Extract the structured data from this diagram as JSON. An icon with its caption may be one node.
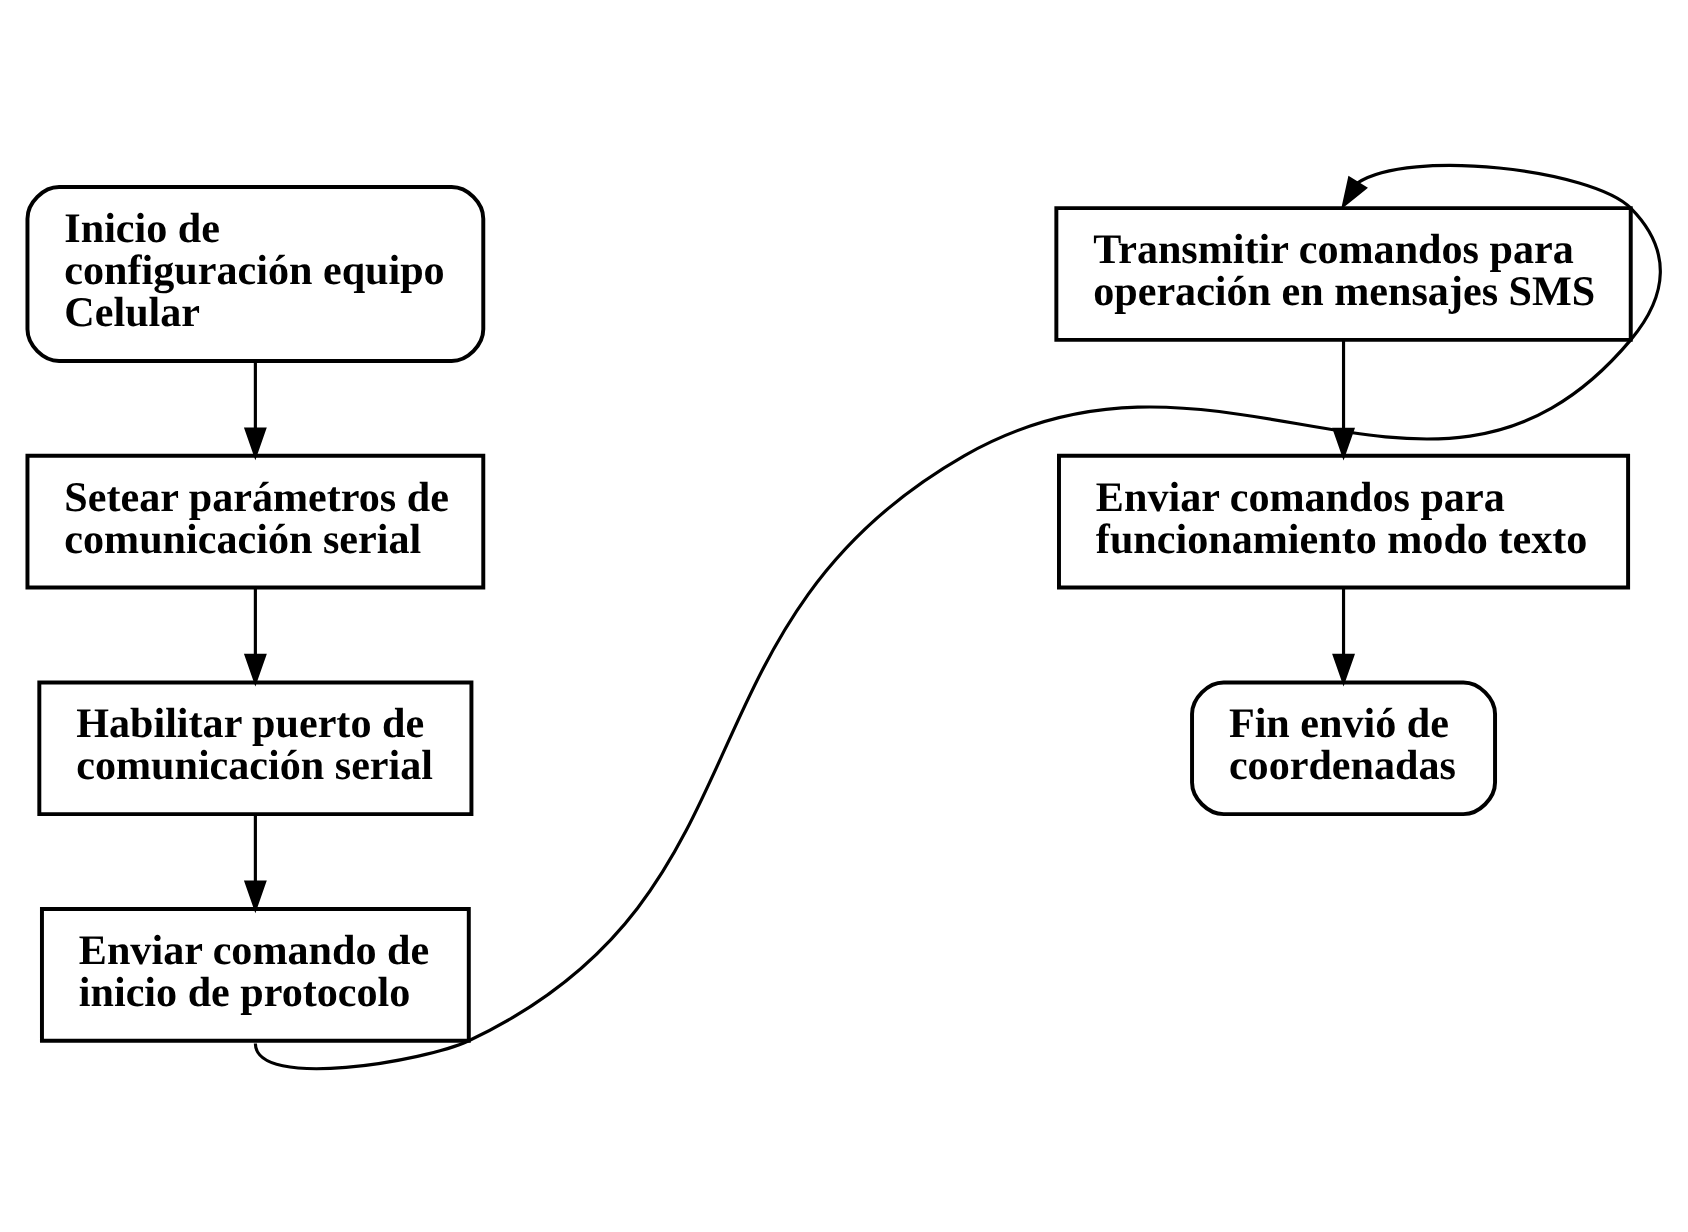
{
  "diagram": {
    "nodes": [
      {
        "text": [
          "Inicio de configuración equipo Celular"
        ]
      },
      {
        "text": [
          "Setear parámetros de comunicación serial"
        ]
      },
      {
        "text": [
          "Habilitar puerto de comunicación serial"
        ]
      },
      {
        "text": [
          "Enviar comando de inicio de protocolo"
        ]
      },
      {
        "text": [
          "Transmitir comandos para operación en mensajes SMS"
        ]
      },
      {
        "text": [
          "Enviar comandos para funcionamiento modo texto"
        ]
      },
      {
        "text": [
          "Fin envió de coordenadas"
        ]
      }
    ],
    "edges": [
      {
        "from": 0,
        "to": 1,
        "arrow": "to"
      },
      {
        "from": 1,
        "to": 2,
        "arrow": "to"
      },
      {
        "from": 2,
        "to": 3,
        "arrow": "to"
      },
      {
        "from": 3,
        "to": 4,
        "arrow": "to"
      },
      {
        "from": 4,
        "to": 5,
        "arrow": "to"
      },
      {
        "from": 5,
        "to": 6,
        "arrow": "to"
      }
    ]
  }
}
